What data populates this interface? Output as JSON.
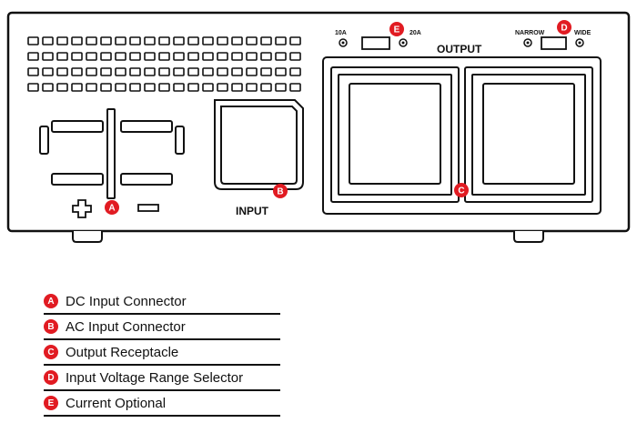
{
  "device": {
    "input_label": "INPUT",
    "output_label": "OUTPUT",
    "current_switch": {
      "left_label": "10A",
      "right_label": "20A"
    },
    "range_switch": {
      "left_label": "NARROW",
      "right_label": "WIDE"
    },
    "plus_symbol": "+",
    "minus_symbol": "−"
  },
  "callouts": {
    "a": "A",
    "b": "B",
    "c": "C",
    "d": "D",
    "e": "E"
  },
  "legend": [
    {
      "letter": "A",
      "text": "DC Input Connector"
    },
    {
      "letter": "B",
      "text": "AC Input Connector"
    },
    {
      "letter": "C",
      "text": "Output Receptacle"
    },
    {
      "letter": "D",
      "text": "Input Voltage Range Selector"
    },
    {
      "letter": "E",
      "text": "Current Optional"
    }
  ],
  "colors": {
    "badge": "#e11b22",
    "line": "#111111"
  }
}
